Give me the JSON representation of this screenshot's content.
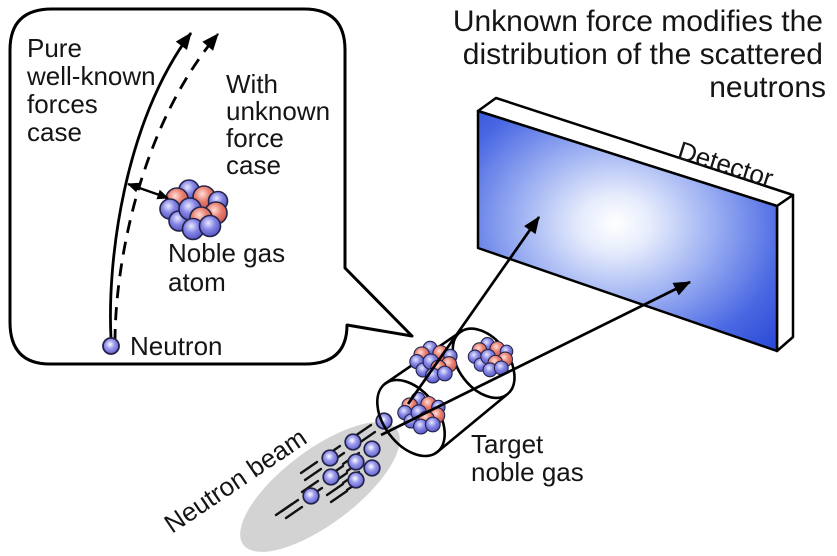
{
  "title": {
    "lines": [
      "Unknown force modifies the",
      "distribution of the scattered",
      "neutrons"
    ]
  },
  "bubble": {
    "known_case_label": {
      "lines": [
        "Pure",
        "well-known",
        "forces",
        "case"
      ]
    },
    "unknown_case_label": {
      "lines": [
        "With",
        "unknown",
        "force",
        "case"
      ]
    },
    "atom_label": {
      "lines": [
        "Noble gas",
        "atom"
      ]
    },
    "neutron_label": "Neutron"
  },
  "apparatus": {
    "detector_label": "Detector",
    "target_label": {
      "lines": [
        "Target",
        "noble gas"
      ]
    },
    "beam_label": "Neutron beam"
  },
  "colors": {
    "ink": "#111111",
    "detector_blue": "#2a49d5",
    "atom_red": "#ea8172",
    "atom_blue": "#8585e5",
    "neutron_blue": "#8a8ae8",
    "beam_gray": "#d3d3d3"
  }
}
